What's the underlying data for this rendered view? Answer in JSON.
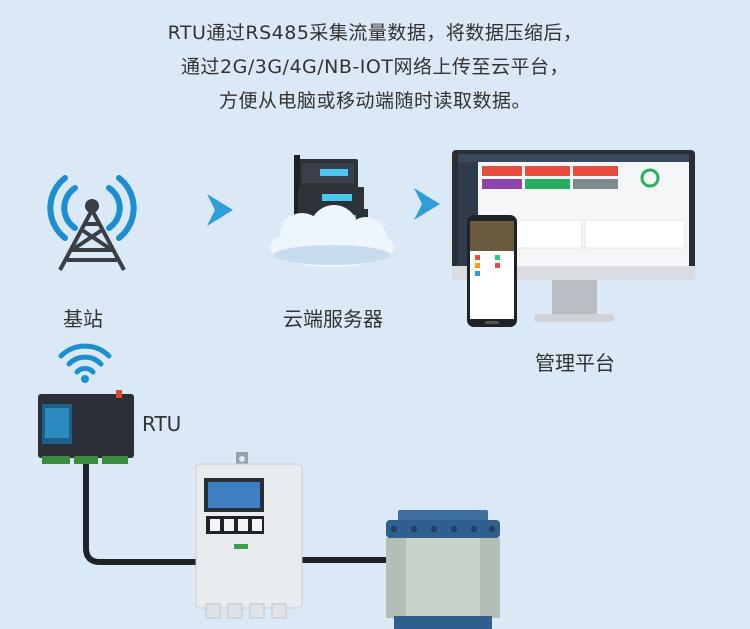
{
  "intro": {
    "line1": "RTU通过RS485采集流量数据，将数据压缩后，",
    "line2": "通过2G/3G/4G/NB-IOT网络上传至云平台，",
    "line3": "方便从电脑或移动端随时读取数据。"
  },
  "nodes": {
    "base_station": "基站",
    "cloud_server": "云端服务器",
    "platform": "管理平台",
    "rtu": "RTU"
  },
  "colors": {
    "background": "#dbe9f6",
    "arrow": "#2f9fd8",
    "tower": "#3a3f46",
    "signal": "#1b8fd2"
  }
}
